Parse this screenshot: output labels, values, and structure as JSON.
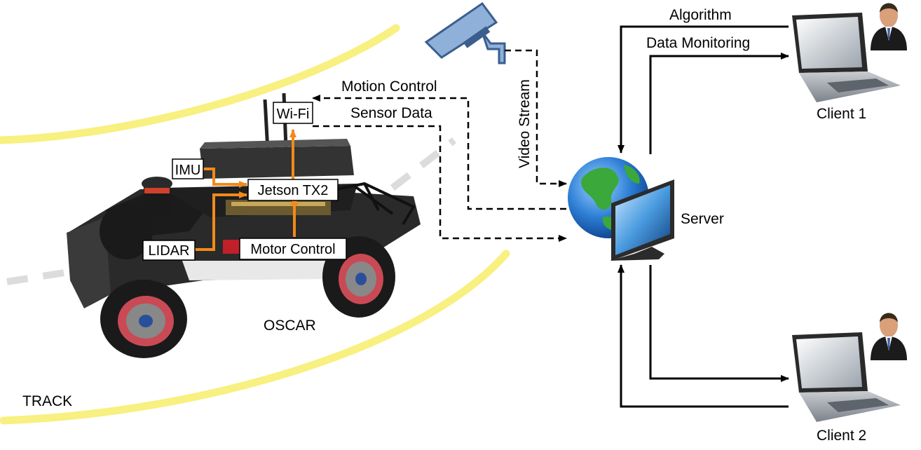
{
  "labels": {
    "track": "TRACK",
    "oscar": "OSCAR",
    "server": "Server",
    "client1": "Client 1",
    "client2": "Client 2",
    "algorithm": "Algorithm",
    "data_monitoring": "Data Monitoring",
    "motion_control": "Motion Control",
    "sensor_data": "Sensor Data",
    "video_stream": "Video Stream"
  },
  "components": {
    "wifi": "Wi-Fi",
    "imu": "IMU",
    "jetson": "Jetson TX2",
    "lidar": "LIDAR",
    "motor_control": "Motor Control"
  },
  "icons": {
    "camera": "security-camera-icon",
    "globe": "globe-icon",
    "monitor": "monitor-icon",
    "laptop": "laptop-icon",
    "user": "user-icon",
    "car": "rc-car-icon"
  },
  "colors": {
    "track_line": "#f8f080",
    "center_line": "#dcdcdc",
    "internal_arrow": "#f28a1a",
    "network_arrow": "#000000"
  }
}
